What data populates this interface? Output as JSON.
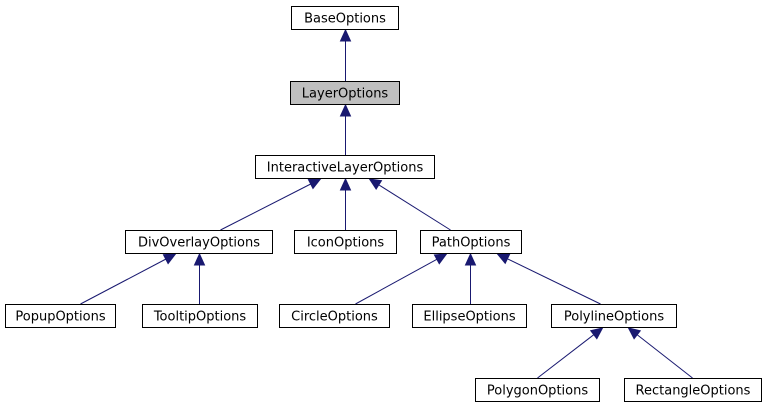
{
  "diagram": {
    "type": "class-inheritance-graph",
    "arrow_color": "#191970",
    "highlight_color": "#bfbfbf",
    "nodes": [
      {
        "id": "base",
        "label": "BaseOptions"
      },
      {
        "id": "layer",
        "label": "LayerOptions",
        "highlighted": true
      },
      {
        "id": "interactive",
        "label": "InteractiveLayerOptions"
      },
      {
        "id": "divoverlay",
        "label": "DivOverlayOptions"
      },
      {
        "id": "icon",
        "label": "IconOptions"
      },
      {
        "id": "path",
        "label": "PathOptions"
      },
      {
        "id": "popup",
        "label": "PopupOptions"
      },
      {
        "id": "tooltip",
        "label": "TooltipOptions"
      },
      {
        "id": "circle",
        "label": "CircleOptions"
      },
      {
        "id": "ellipse",
        "label": "EllipseOptions"
      },
      {
        "id": "polyline",
        "label": "PolylineOptions"
      },
      {
        "id": "polygon",
        "label": "PolygonOptions"
      },
      {
        "id": "rectangle",
        "label": "RectangleOptions"
      }
    ],
    "edges": [
      {
        "child": "layer",
        "parent": "base"
      },
      {
        "child": "interactive",
        "parent": "layer"
      },
      {
        "child": "divoverlay",
        "parent": "interactive"
      },
      {
        "child": "icon",
        "parent": "interactive"
      },
      {
        "child": "path",
        "parent": "interactive"
      },
      {
        "child": "popup",
        "parent": "divoverlay"
      },
      {
        "child": "tooltip",
        "parent": "divoverlay"
      },
      {
        "child": "circle",
        "parent": "path"
      },
      {
        "child": "ellipse",
        "parent": "path"
      },
      {
        "child": "polyline",
        "parent": "path"
      },
      {
        "child": "polygon",
        "parent": "polyline"
      },
      {
        "child": "rectangle",
        "parent": "polyline"
      }
    ]
  }
}
